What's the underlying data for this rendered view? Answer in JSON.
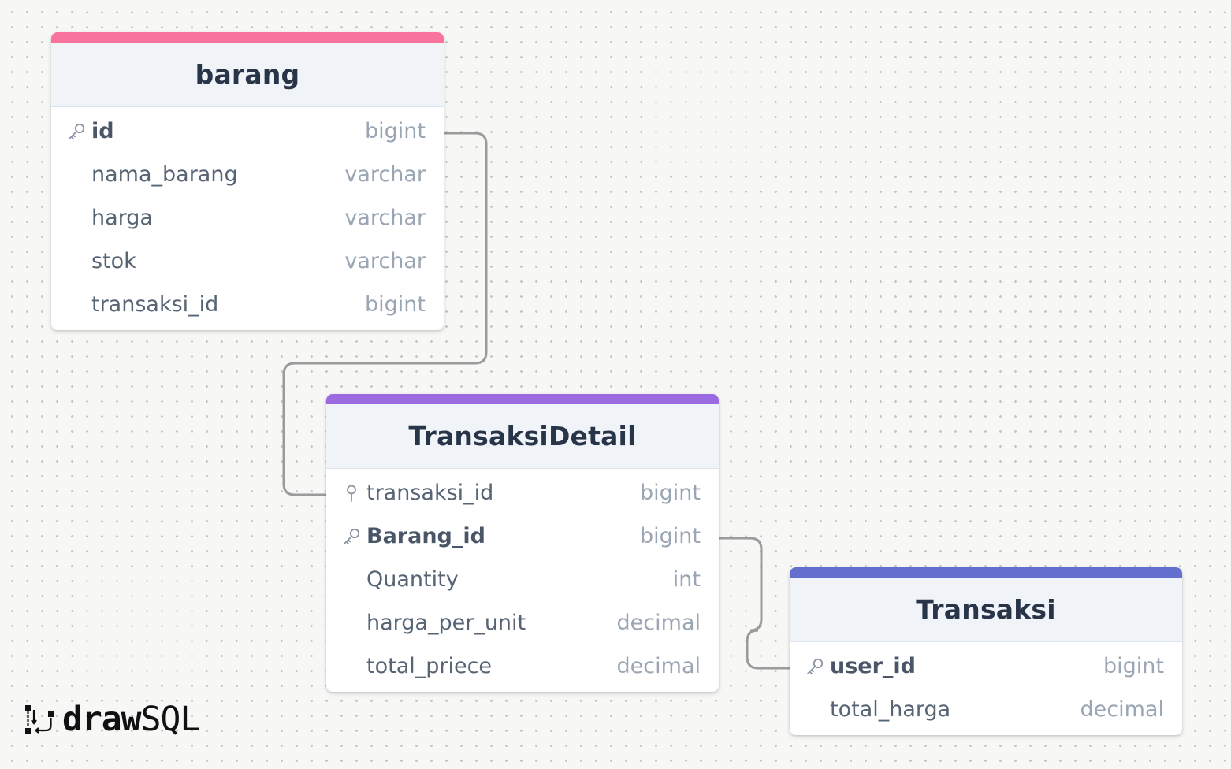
{
  "app": {
    "logo_draw": "draw",
    "logo_sql": "SQL"
  },
  "colors": {
    "barang": "#f8749c",
    "TransaksiDetail": "#9c6ae1",
    "Transaksi": "#6470cf",
    "connector": "#9b9b9b"
  },
  "tables": [
    {
      "name": "barang",
      "accent": "#f8749c",
      "columns": [
        {
          "name": "id",
          "type": "bigint",
          "key": "primary-key-icon",
          "bold": true
        },
        {
          "name": "nama_barang",
          "type": "varchar",
          "key": "",
          "bold": false
        },
        {
          "name": "harga",
          "type": "varchar",
          "key": "",
          "bold": false
        },
        {
          "name": "stok",
          "type": "varchar",
          "key": "",
          "bold": false
        },
        {
          "name": "transaksi_id",
          "type": "bigint",
          "key": "",
          "bold": false
        }
      ]
    },
    {
      "name": "TransaksiDetail",
      "accent": "#9c6ae1",
      "columns": [
        {
          "name": "transaksi_id",
          "type": "bigint",
          "key": "foreign-key-icon",
          "bold": false
        },
        {
          "name": "Barang_id",
          "type": "bigint",
          "key": "primary-key-icon",
          "bold": true
        },
        {
          "name": "Quantity",
          "type": "int",
          "key": "",
          "bold": false
        },
        {
          "name": "harga_per_unit",
          "type": "decimal",
          "key": "",
          "bold": false
        },
        {
          "name": "total_priece",
          "type": "decimal",
          "key": "",
          "bold": false
        }
      ]
    },
    {
      "name": "Transaksi",
      "accent": "#6470cf",
      "columns": [
        {
          "name": "user_id",
          "type": "bigint",
          "key": "primary-key-icon",
          "bold": true
        },
        {
          "name": "total_harga",
          "type": "decimal",
          "key": "",
          "bold": false
        }
      ]
    }
  ],
  "relations": [
    {
      "from": "barang.id",
      "to": "TransaksiDetail.transaksi_id"
    },
    {
      "from": "TransaksiDetail.Barang_id",
      "to": "Transaksi.user_id"
    }
  ]
}
